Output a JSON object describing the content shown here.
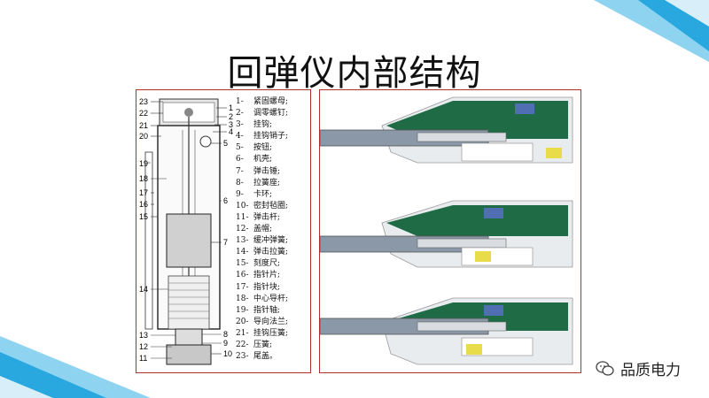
{
  "title": "回弹仪内部结构",
  "legend": [
    {
      "num": "1-",
      "name": "紧固螺母;"
    },
    {
      "num": "2-",
      "name": "调零螺钉;"
    },
    {
      "num": "3-",
      "name": "挂钩;"
    },
    {
      "num": "4-",
      "name": "挂钩销子;"
    },
    {
      "num": "5-",
      "name": "按钮;"
    },
    {
      "num": "6-",
      "name": "机壳;"
    },
    {
      "num": "7-",
      "name": "弹击锤;"
    },
    {
      "num": "8-",
      "name": "拉簧座;"
    },
    {
      "num": "9-",
      "name": "卡环;"
    },
    {
      "num": "10-",
      "name": "密封毡圈;"
    },
    {
      "num": "11-",
      "name": "弹击杆;"
    },
    {
      "num": "12-",
      "name": "盖帽;"
    },
    {
      "num": "13-",
      "name": "缓冲弹簧;"
    },
    {
      "num": "14-",
      "name": "弹击拉簧;"
    },
    {
      "num": "15-",
      "name": "刻度尺;"
    },
    {
      "num": "16-",
      "name": "指针片;"
    },
    {
      "num": "17-",
      "name": "指针块;"
    },
    {
      "num": "18-",
      "name": "中心导杆;"
    },
    {
      "num": "19-",
      "name": "指针轴;"
    },
    {
      "num": "20-",
      "name": "导向法兰;"
    },
    {
      "num": "21-",
      "name": "挂钩压簧;"
    },
    {
      "num": "22-",
      "name": "压簧;"
    },
    {
      "num": "23-",
      "name": "尾盖。"
    }
  ],
  "diagram": {
    "left_labels_left": [
      "23",
      "22",
      "21",
      "20",
      "19",
      "18",
      "17",
      "16",
      "15",
      "14",
      "13",
      "12",
      "11"
    ],
    "left_labels_right": [
      "1",
      "2",
      "3",
      "4",
      "5",
      "6",
      "7",
      "8",
      "9",
      "10"
    ]
  },
  "watermark": {
    "text": "品质电力",
    "icon": "wechat-icon"
  },
  "colors": {
    "border": "#b03030",
    "corner_blue": "#29a8e0",
    "housing_green": "#1e6b46"
  }
}
